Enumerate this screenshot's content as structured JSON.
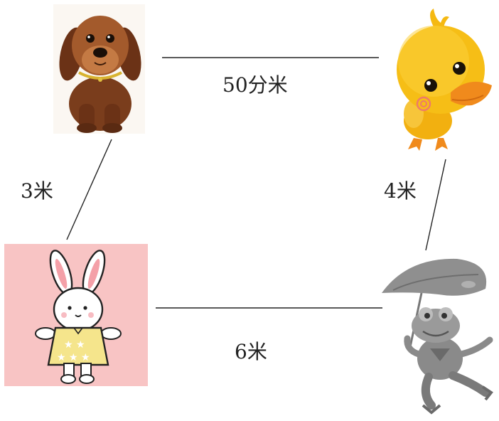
{
  "distances": {
    "dog_to_duck": "50分米",
    "dog_to_rabbit": "3米",
    "duck_to_frog": "4米",
    "rabbit_to_frog": "6米"
  },
  "animals": {
    "dog": "dog",
    "duck": "duck",
    "rabbit": "rabbit",
    "frog": "frog"
  },
  "colors": {
    "line": "#222222",
    "dog": "#8a4a24",
    "duck": "#f5b912",
    "beak": "#f08a1c",
    "rabbit_bg": "#f8c4c4",
    "frog": "#8a8a8a"
  }
}
